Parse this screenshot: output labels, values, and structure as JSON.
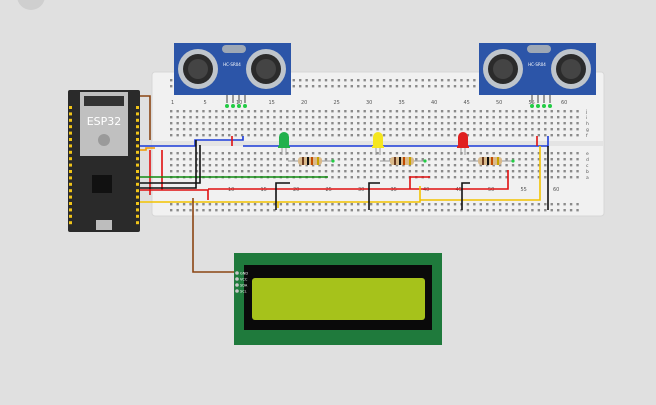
{
  "esp32": {
    "label": "ESP32"
  },
  "sensors": [
    {
      "id": "left",
      "model": "HC-SR04"
    },
    {
      "id": "right",
      "model": "HC-SR04"
    }
  ],
  "breadboard": {
    "column_labels": [
      "1",
      "5",
      "10",
      "15",
      "20",
      "25",
      "30",
      "35",
      "40",
      "45",
      "50",
      "55",
      "60"
    ],
    "row_labels": [
      "j",
      "i",
      "h",
      "g",
      "f",
      "e",
      "d",
      "c",
      "b",
      "a"
    ],
    "bottom_column_labels": [
      "10",
      "15",
      "20",
      "25",
      "30",
      "35",
      "40",
      "45",
      "50",
      "55",
      "60"
    ]
  },
  "leds": [
    {
      "name": "green-led",
      "color": "#22b14c"
    },
    {
      "name": "yellow-led",
      "color": "#f5e61e"
    },
    {
      "name": "red-led",
      "color": "#e02020"
    }
  ],
  "lcd": {
    "pin_labels": [
      "GND",
      "VCC",
      "SDA",
      "SCL"
    ],
    "screen_color": "#a6c21b",
    "board_color": "#1f7a3c"
  },
  "wire_colors": {
    "blue": "#1a3ad8",
    "red": "#e01010",
    "black": "#111111",
    "green": "#118a11",
    "yellow": "#f2c200",
    "brown": "#8b4513"
  }
}
